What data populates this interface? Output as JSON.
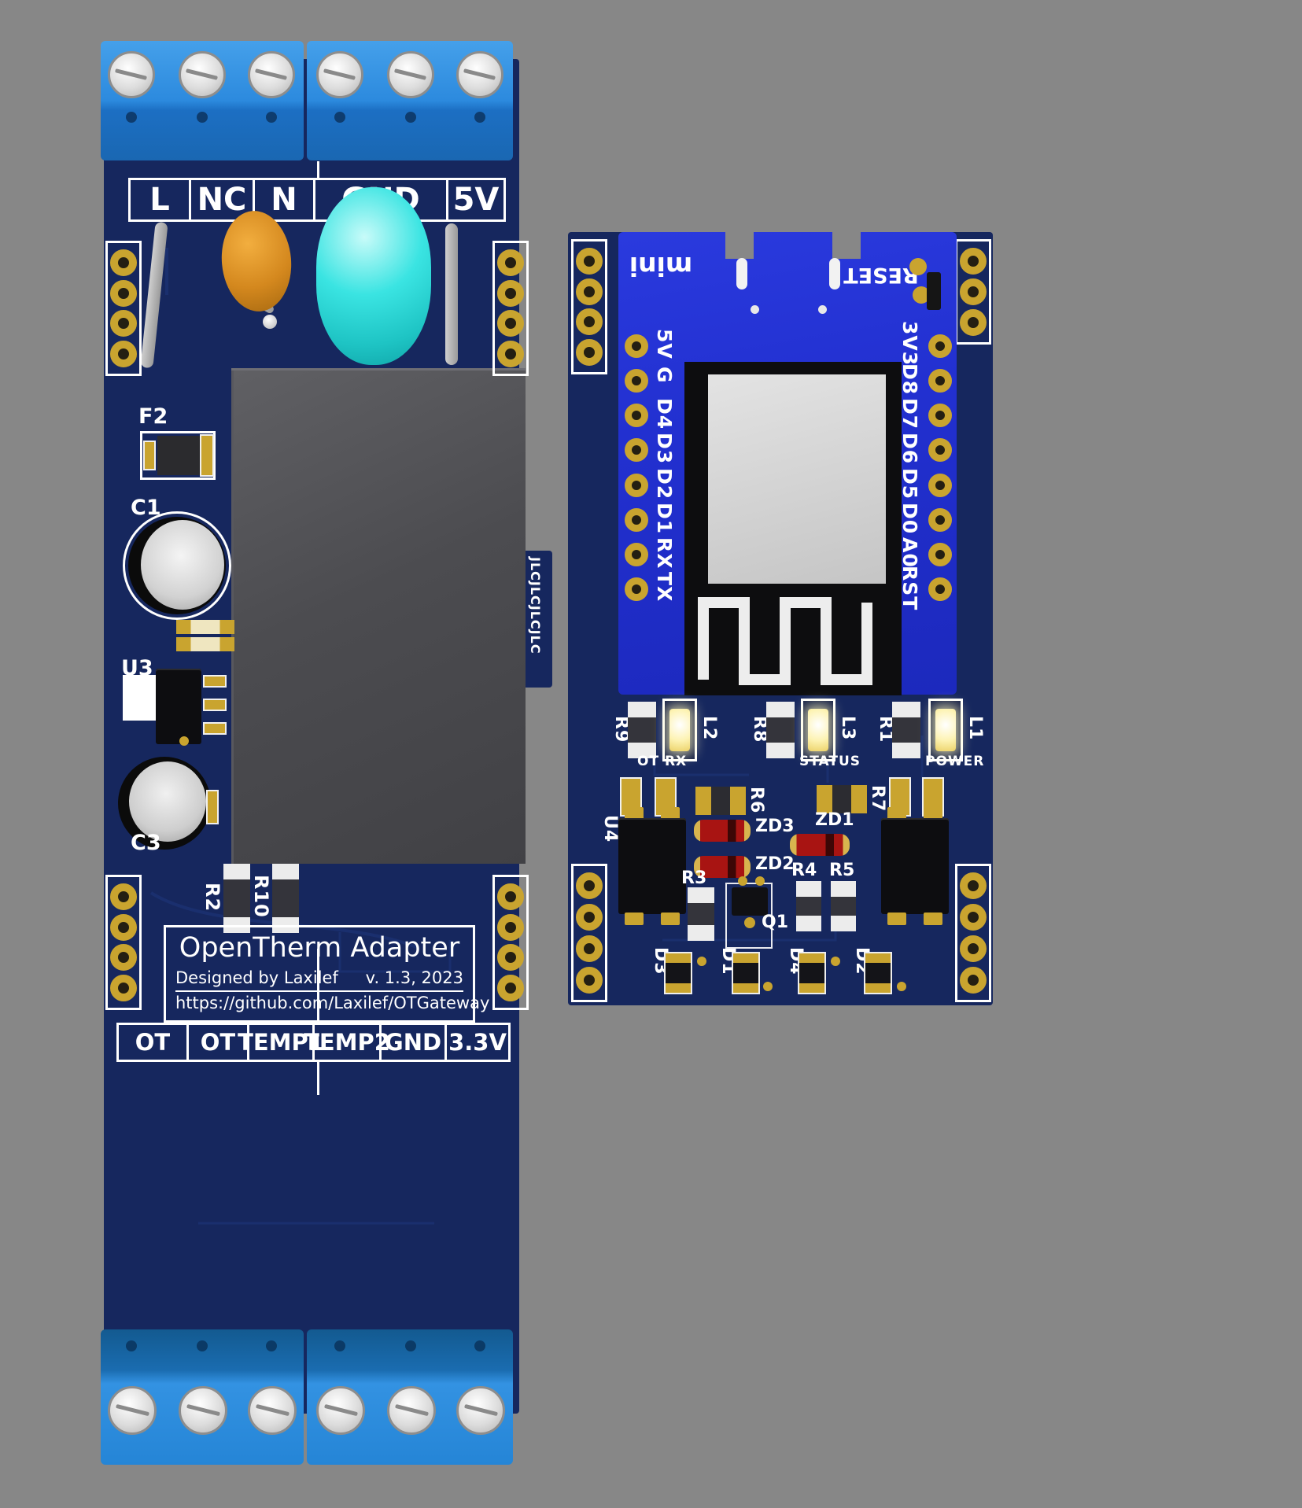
{
  "colors": {
    "background": "#878787",
    "pcb_navy": "#16275e",
    "terminal_blue": "#2c8ade",
    "module_blue": "#2231d2",
    "gold_pad": "#c9a42f",
    "led_glow": "#fdf3b3"
  },
  "left_board": {
    "top_strip": [
      "L",
      "NC",
      "N",
      "GND",
      "5V"
    ],
    "bottom_strip": [
      "OT",
      "OT",
      "TEMP1",
      "TEMP2",
      "GND",
      "3.3V"
    ],
    "refs": {
      "f2": "F2",
      "c1": "C1",
      "u3": "U3",
      "c3": "C3",
      "r2": "R2",
      "r10": "R10"
    },
    "title_box": {
      "title": "OpenTherm Adapter",
      "byline": "Designed by Laxilef",
      "version": "v. 1.3, 2023",
      "url": "https://github.com/Laxilef/OTGateway"
    },
    "edge_text": "JLCJLCJLCJLC"
  },
  "right_board": {
    "module": {
      "brand": "mini",
      "reset": "RESET",
      "left_pins": [
        "5V",
        "G",
        "D4",
        "D3",
        "D2",
        "D1",
        "RX",
        "TX"
      ],
      "right_pins": [
        "3V3",
        "D8",
        "D7",
        "D6",
        "D5",
        "D0",
        "A0",
        "RST"
      ]
    },
    "leds": [
      {
        "res": "R9",
        "led": "L2",
        "caption": "OT RX"
      },
      {
        "res": "R8",
        "led": "L3",
        "caption": "STATUS"
      },
      {
        "res": "R1",
        "led": "L1",
        "caption": "POWER"
      }
    ],
    "refs": {
      "r6": "R6",
      "r7": "R7",
      "u4": "U4",
      "zd1": "ZD1",
      "zd2": "ZD2",
      "zd3": "ZD3",
      "r3": "R3",
      "r4": "R4",
      "r5": "R5",
      "q1": "Q1",
      "d1": "D1",
      "d2": "D2",
      "d3": "D3",
      "d4": "D4"
    }
  }
}
